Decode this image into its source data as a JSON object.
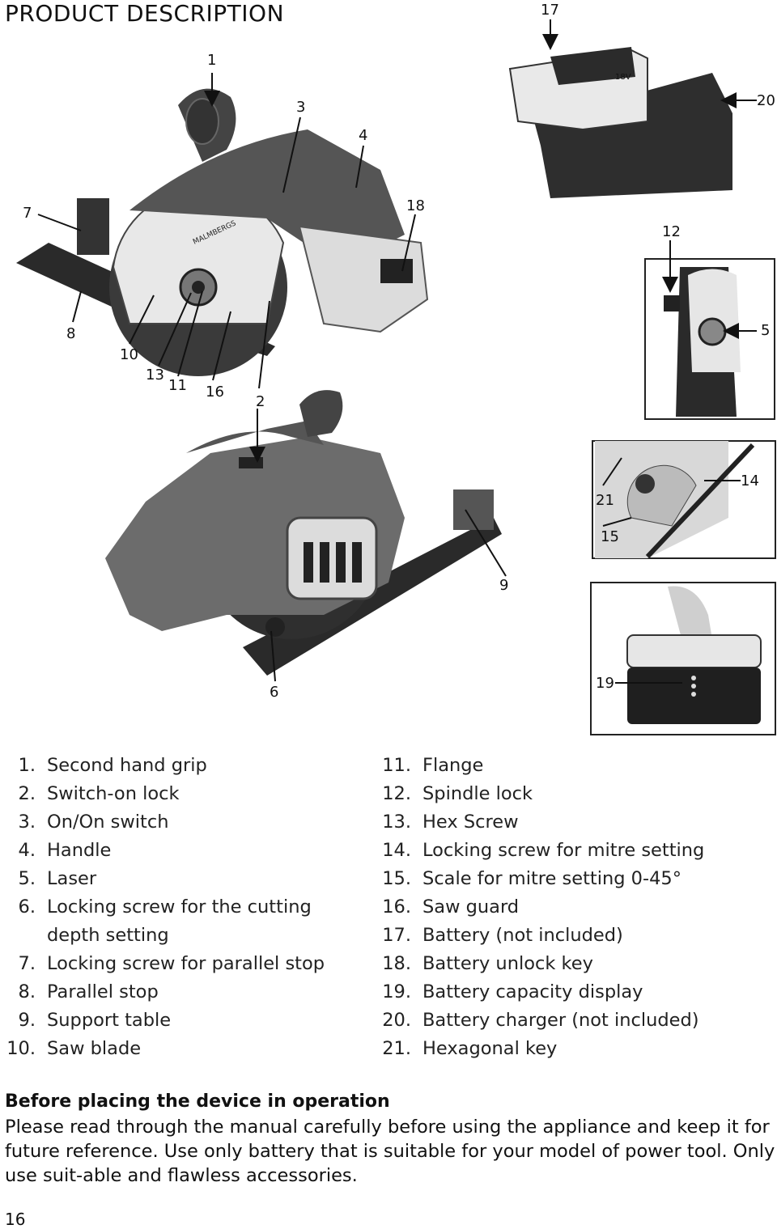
{
  "page": {
    "title": "PRODUCT DESCRIPTION",
    "page_number": "16"
  },
  "figure": {
    "callouts": [
      "1",
      "2",
      "3",
      "4",
      "5",
      "6",
      "7",
      "8",
      "9",
      "10",
      "11",
      "12",
      "13",
      "14",
      "15",
      "16",
      "17",
      "18",
      "19",
      "20",
      "21"
    ],
    "brand_on_blade": "MALMBERGS",
    "charger_mark": "18V"
  },
  "parts_left": [
    {
      "num": "1.",
      "text": "Second hand grip"
    },
    {
      "num": "2.",
      "text": "Switch-on lock"
    },
    {
      "num": "3.",
      "text": "On/On switch"
    },
    {
      "num": "4.",
      "text": "Handle"
    },
    {
      "num": "5.",
      "text": "Laser"
    },
    {
      "num": "6.",
      "text": "Locking screw for the cutting",
      "cont": "depth setting"
    },
    {
      "num": "7.",
      "text": "Locking screw for parallel stop"
    },
    {
      "num": "8.",
      "text": "Parallel stop"
    },
    {
      "num": "9.",
      "text": "Support table"
    },
    {
      "num": "10.",
      "text": "Saw blade"
    }
  ],
  "parts_right": [
    {
      "num": "11.",
      "text": "Flange"
    },
    {
      "num": "12.",
      "text": "Spindle lock"
    },
    {
      "num": "13.",
      "text": "Hex Screw"
    },
    {
      "num": "14.",
      "text": "Locking screw for mitre setting"
    },
    {
      "num": "15.",
      "text": "Scale for mitre setting 0-45°"
    },
    {
      "num": "16.",
      "text": "Saw guard"
    },
    {
      "num": "17.",
      "text": "Battery (not included)"
    },
    {
      "num": "18.",
      "text": "Battery unlock key"
    },
    {
      "num": "19.",
      "text": "Battery capacity display"
    },
    {
      "num": "20.",
      "text": "Battery charger (not included)"
    },
    {
      "num": "21.",
      "text": "Hexagonal key"
    }
  ],
  "before": {
    "heading": "Before placing the device in operation",
    "body": "Please read through the manual carefully before using the appliance and keep it for future reference. Use only battery that is suitable for your model of power tool. Only use suit-able and flawless accessories."
  }
}
